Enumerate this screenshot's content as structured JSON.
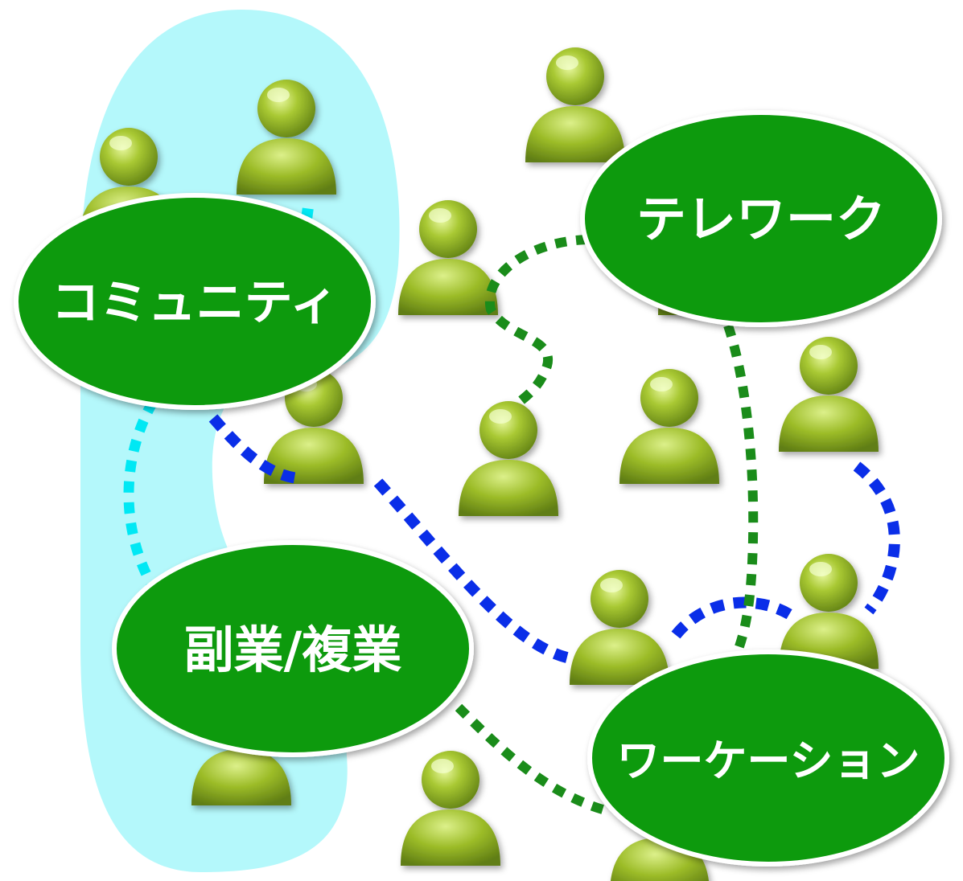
{
  "diagram": {
    "labels": {
      "community": "コミュニティ",
      "telework": "テレワーク",
      "side_job": "副業/複業",
      "workation": "ワーケーション"
    },
    "colors": {
      "background": "#ffffff",
      "community_band": "#b4f8fb",
      "node_fill": "#0a9a0a",
      "node_stroke": "#ffffff",
      "label_text": "#ffffff",
      "cyan_dots": "#00e8f4",
      "blue_dots": "#0a2ee8",
      "green_dots": "#1a8c1a",
      "person_fill": "#9cbf2a",
      "person_dark": "#6e8d1a",
      "person_light": "#d6ee7a"
    },
    "person_count": 15
  }
}
